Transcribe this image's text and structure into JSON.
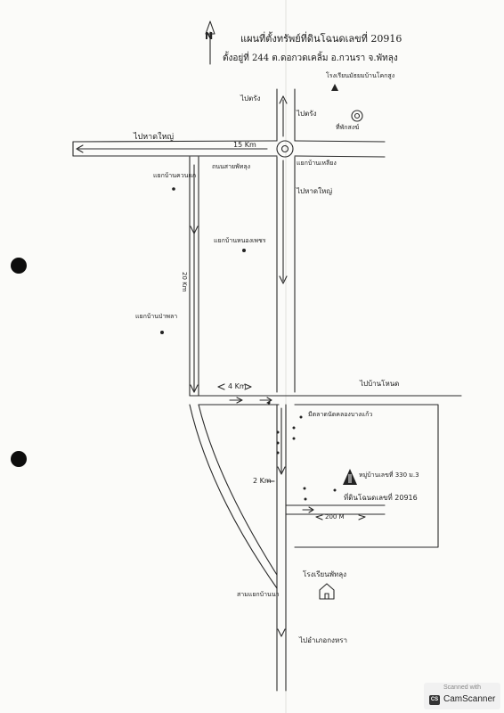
{
  "title": {
    "line1": "แผนที่ตั้งทรัพย์ที่ดินโฉนดเลขที่ 20916",
    "line2": "ตั้งอยู่ที่ 244 ต.ดอกวดเคลิ้ม อ.กวนรา จ.พัทลุง"
  },
  "compass": {
    "letter": "N"
  },
  "labels": {
    "school_top": "โรงเรียนมัธยมบ้านโคกสูง",
    "temple": "ที่พักสงฆ์",
    "north_to": "ไปตรัง",
    "west_to": "ไปหาดใหญ่",
    "dist_top": "15 Km",
    "road_name": "ถนนสายพัทลุง",
    "junction": "แยกบ้านเหลียง",
    "farm1": "แยกบ้านควนแก",
    "south_to": "ไปหาดใหญ่",
    "farm2": "แยกบ้านหนองเพชร",
    "dist_20": "20 Km",
    "farm3": "แยกบ้านป่าพลา",
    "dist_4": "4 Km",
    "east_to": "ไปบ้านโหนด",
    "market": "มีตลาดนัดคลองบางแก้ว",
    "dist_2": "2 Km",
    "village": "หมู่บ้านเลขที่ 330 ม.3",
    "plot": "ที่ดินโฉนดเลขที่ 20916",
    "dist_200": "200 M",
    "school_bottom": "โรงเรียนพัทลุง",
    "junction_bottom": "สามแยกบ้านนา",
    "south_end": "ไปอำเภอกงหรา"
  },
  "watermark": {
    "scanned": "Scanned with",
    "brand": "CamScanner",
    "icon": "CS"
  }
}
